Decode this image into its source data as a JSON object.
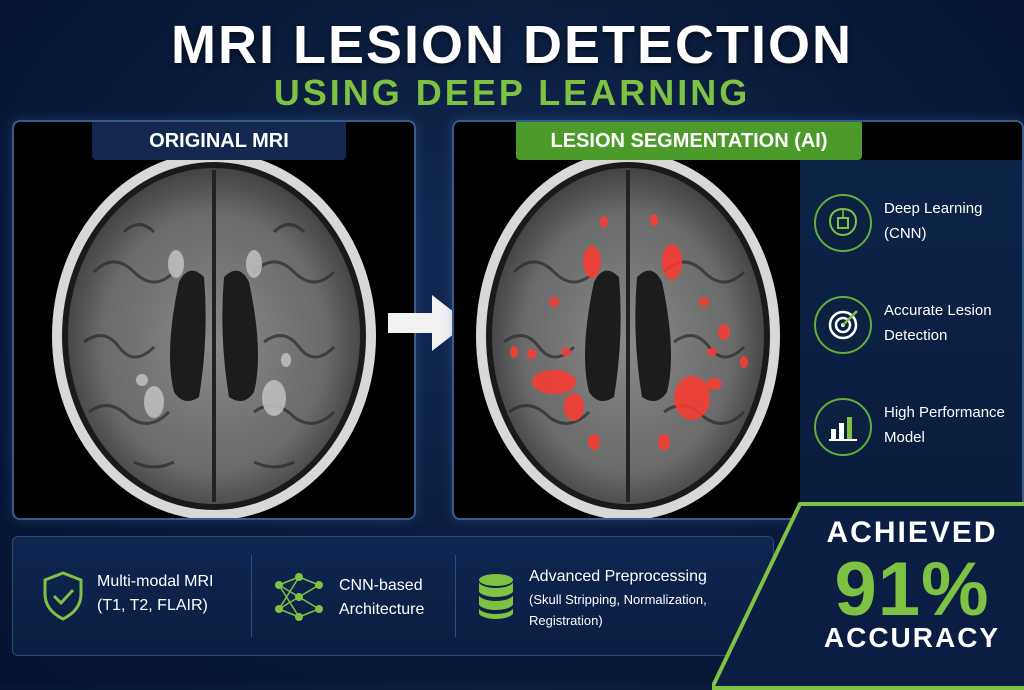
{
  "header": {
    "title": "MRI LESION DETECTION",
    "subtitle": "USING DEEP LEARNING"
  },
  "panels": {
    "original_label": "ORIGINAL MRI",
    "segmentation_label": "LESION SEGMENTATION (AI)"
  },
  "features": [
    {
      "icon": "brain-chip-icon",
      "line1": "Deep Learning",
      "line2": "(CNN)"
    },
    {
      "icon": "target-icon",
      "line1": "Accurate Lesion",
      "line2": "Detection"
    },
    {
      "icon": "bar-chart-icon",
      "line1": "High Performance",
      "line2": "Model"
    }
  ],
  "bottom": [
    {
      "icon": "shield-check-icon",
      "line1": "Multi-modal MRI",
      "line2": "(T1, T2, FLAIR)"
    },
    {
      "icon": "network-icon",
      "line1": "CNN-based",
      "line2": "Architecture"
    },
    {
      "icon": "database-icon",
      "line1": "Advanced Preprocessing",
      "line2": "(Skull Stripping, Normalization,",
      "line3": "Registration)"
    }
  ],
  "accuracy": {
    "label_top": "ACHIEVED",
    "value": "91%",
    "label_bottom": "ACCURACY"
  },
  "colors": {
    "accent_green": "#7dc242",
    "lesion_red": "#ff3b30",
    "background": "#0a1a3a"
  }
}
